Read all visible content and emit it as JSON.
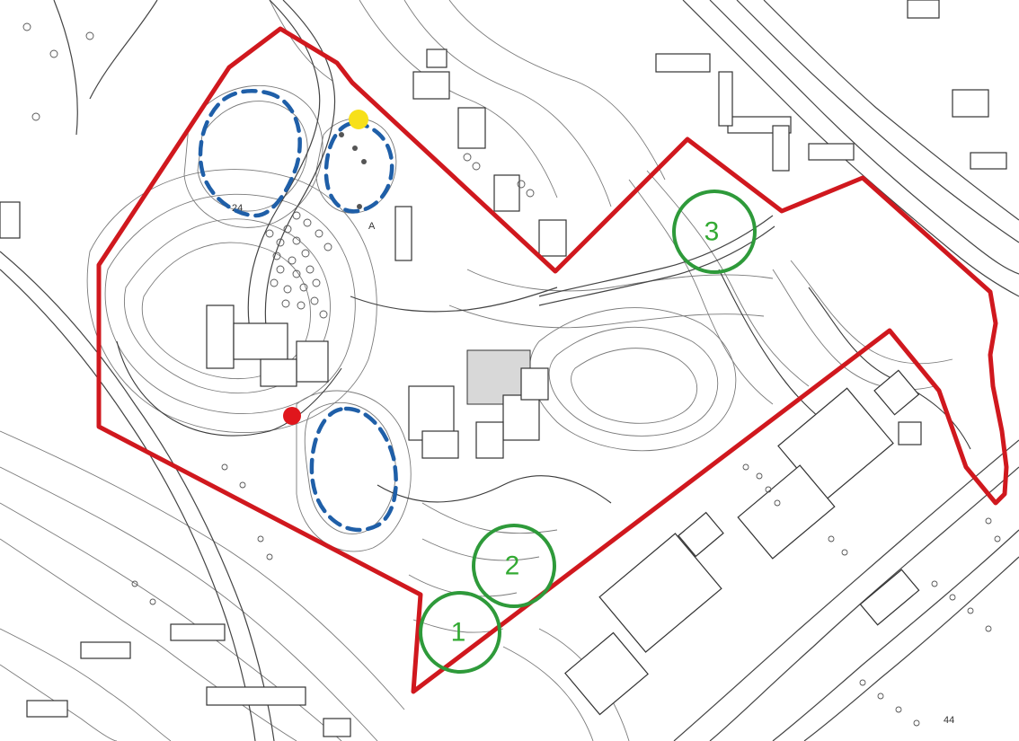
{
  "map": {
    "colors": {
      "boundary": "#d0181e",
      "dashed_zone": "#1f5fa8",
      "site_circle": "#2e9a3a",
      "site_label": "#33aa33",
      "marker_red": "#e0161c",
      "marker_yellow": "#f7e019"
    },
    "sites": [
      {
        "label": "1"
      },
      {
        "label": "2"
      },
      {
        "label": "3"
      }
    ],
    "plan_labels": {
      "sheet_number": "44",
      "spot_height": "24",
      "lot_small": "A"
    }
  }
}
